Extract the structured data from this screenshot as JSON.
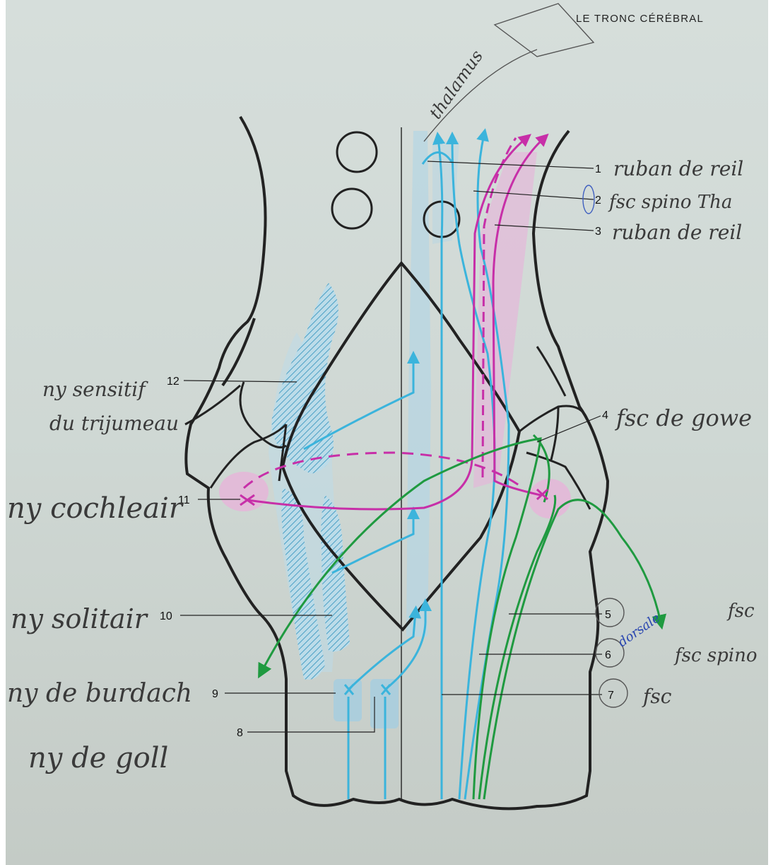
{
  "header": {
    "title": "LE TRONC CÉRÉBRAL"
  },
  "numbers": [
    "1",
    "2",
    "3",
    "4",
    "5",
    "6",
    "7",
    "8",
    "9",
    "10",
    "11",
    "12"
  ],
  "handwritten": {
    "thalamus": "thalamus",
    "label1": "ruban de reil",
    "label2": "fsc spino Tha",
    "label3": "ruban de reil",
    "label4": "fsc de gowe",
    "label5": "fsc",
    "label6": "fsc spino",
    "label6b": "dorsale",
    "label7": "fsc",
    "label8": "ny de goll",
    "label9": "ny de burdach",
    "label10": "ny solitair",
    "label11": "ny cochleair",
    "label12a": "ny sensitif",
    "label12b": "du trijumeau"
  },
  "colors": {
    "blue": "#3bb4dc",
    "magenta": "#c72fa8",
    "green": "#1f9a40",
    "outline": "#222222",
    "shade": "#a5cde0",
    "pinkshade": "#e3a4d6"
  }
}
